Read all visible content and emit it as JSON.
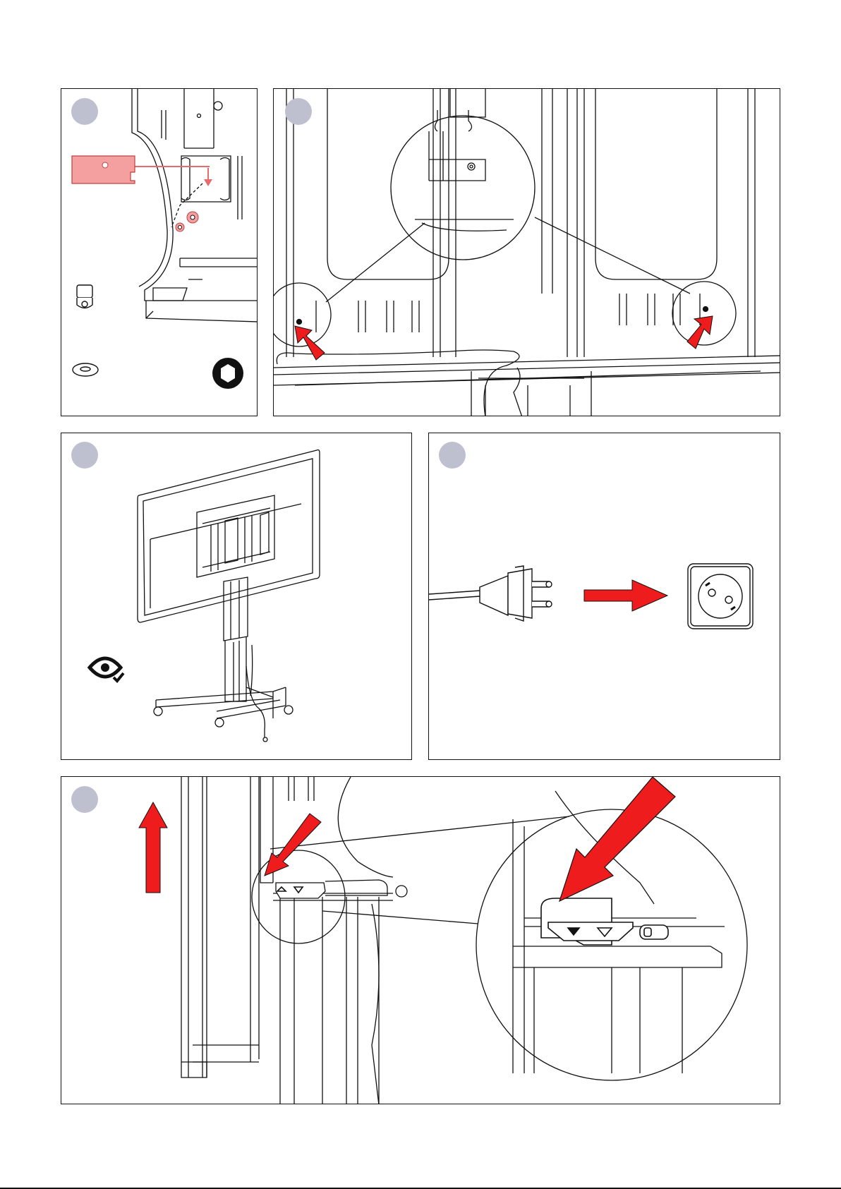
{
  "steps": [
    {
      "id": "step-1",
      "badge_color": "#bfc0cf",
      "label": ""
    },
    {
      "id": "step-2",
      "badge_color": "#bfc0cf",
      "label": ""
    },
    {
      "id": "step-3",
      "badge_color": "#bfc0cf",
      "label": ""
    },
    {
      "id": "step-4",
      "badge_color": "#bfc0cf",
      "label": ""
    },
    {
      "id": "step-5",
      "badge_color": "#bfc0cf",
      "label": ""
    }
  ],
  "icons": {
    "bolt": "bolt-icon",
    "washer": "washer-icon",
    "hex_tool": "hex-key-icon",
    "inspect": "eye-check-icon",
    "arrow": "red-arrow-icon",
    "plug": "power-plug-icon",
    "socket": "wall-socket-icon",
    "control": "up-down-control-icon"
  },
  "colors": {
    "accent": "#ee1c1c",
    "highlight_part": "#f4a0a0",
    "line": "#111111",
    "badge": "#bfc0cf"
  }
}
